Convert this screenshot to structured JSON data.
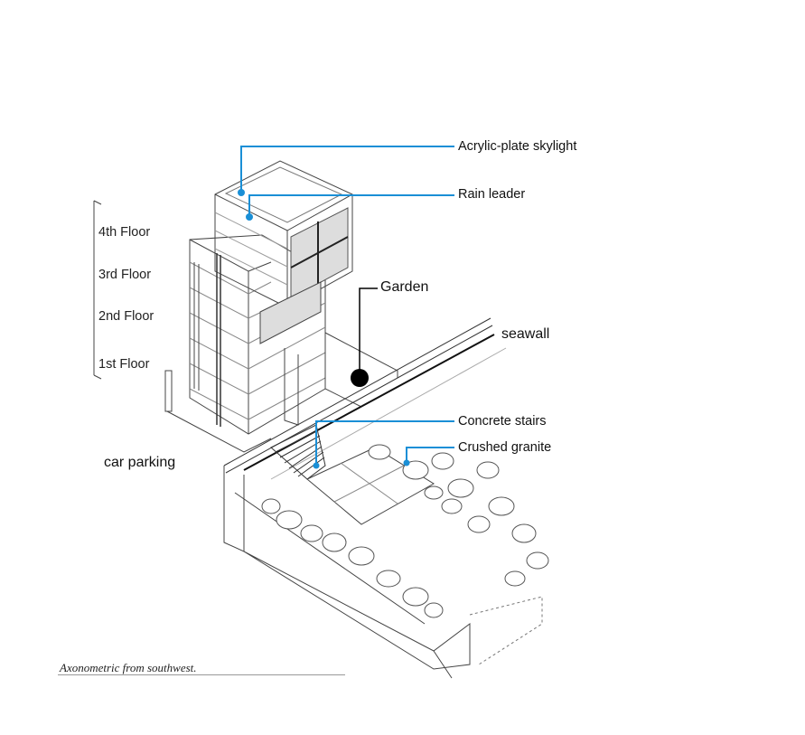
{
  "callouts": {
    "skylight": "Acrylic-plate skylight",
    "rain_leader": "Rain leader",
    "garden": "Garden",
    "seawall": "seawall",
    "concrete_stairs": "Concrete stairs",
    "crushed_granite": "Crushed granite",
    "car_parking": "car parking"
  },
  "floors": [
    "4th Floor",
    "3rd Floor",
    "2nd Floor",
    "1st Floor"
  ],
  "caption": "Axonometric from southwest.",
  "colors": {
    "leader": "#1a8fd6",
    "line": "#333333",
    "garden_marker": "#000000"
  }
}
